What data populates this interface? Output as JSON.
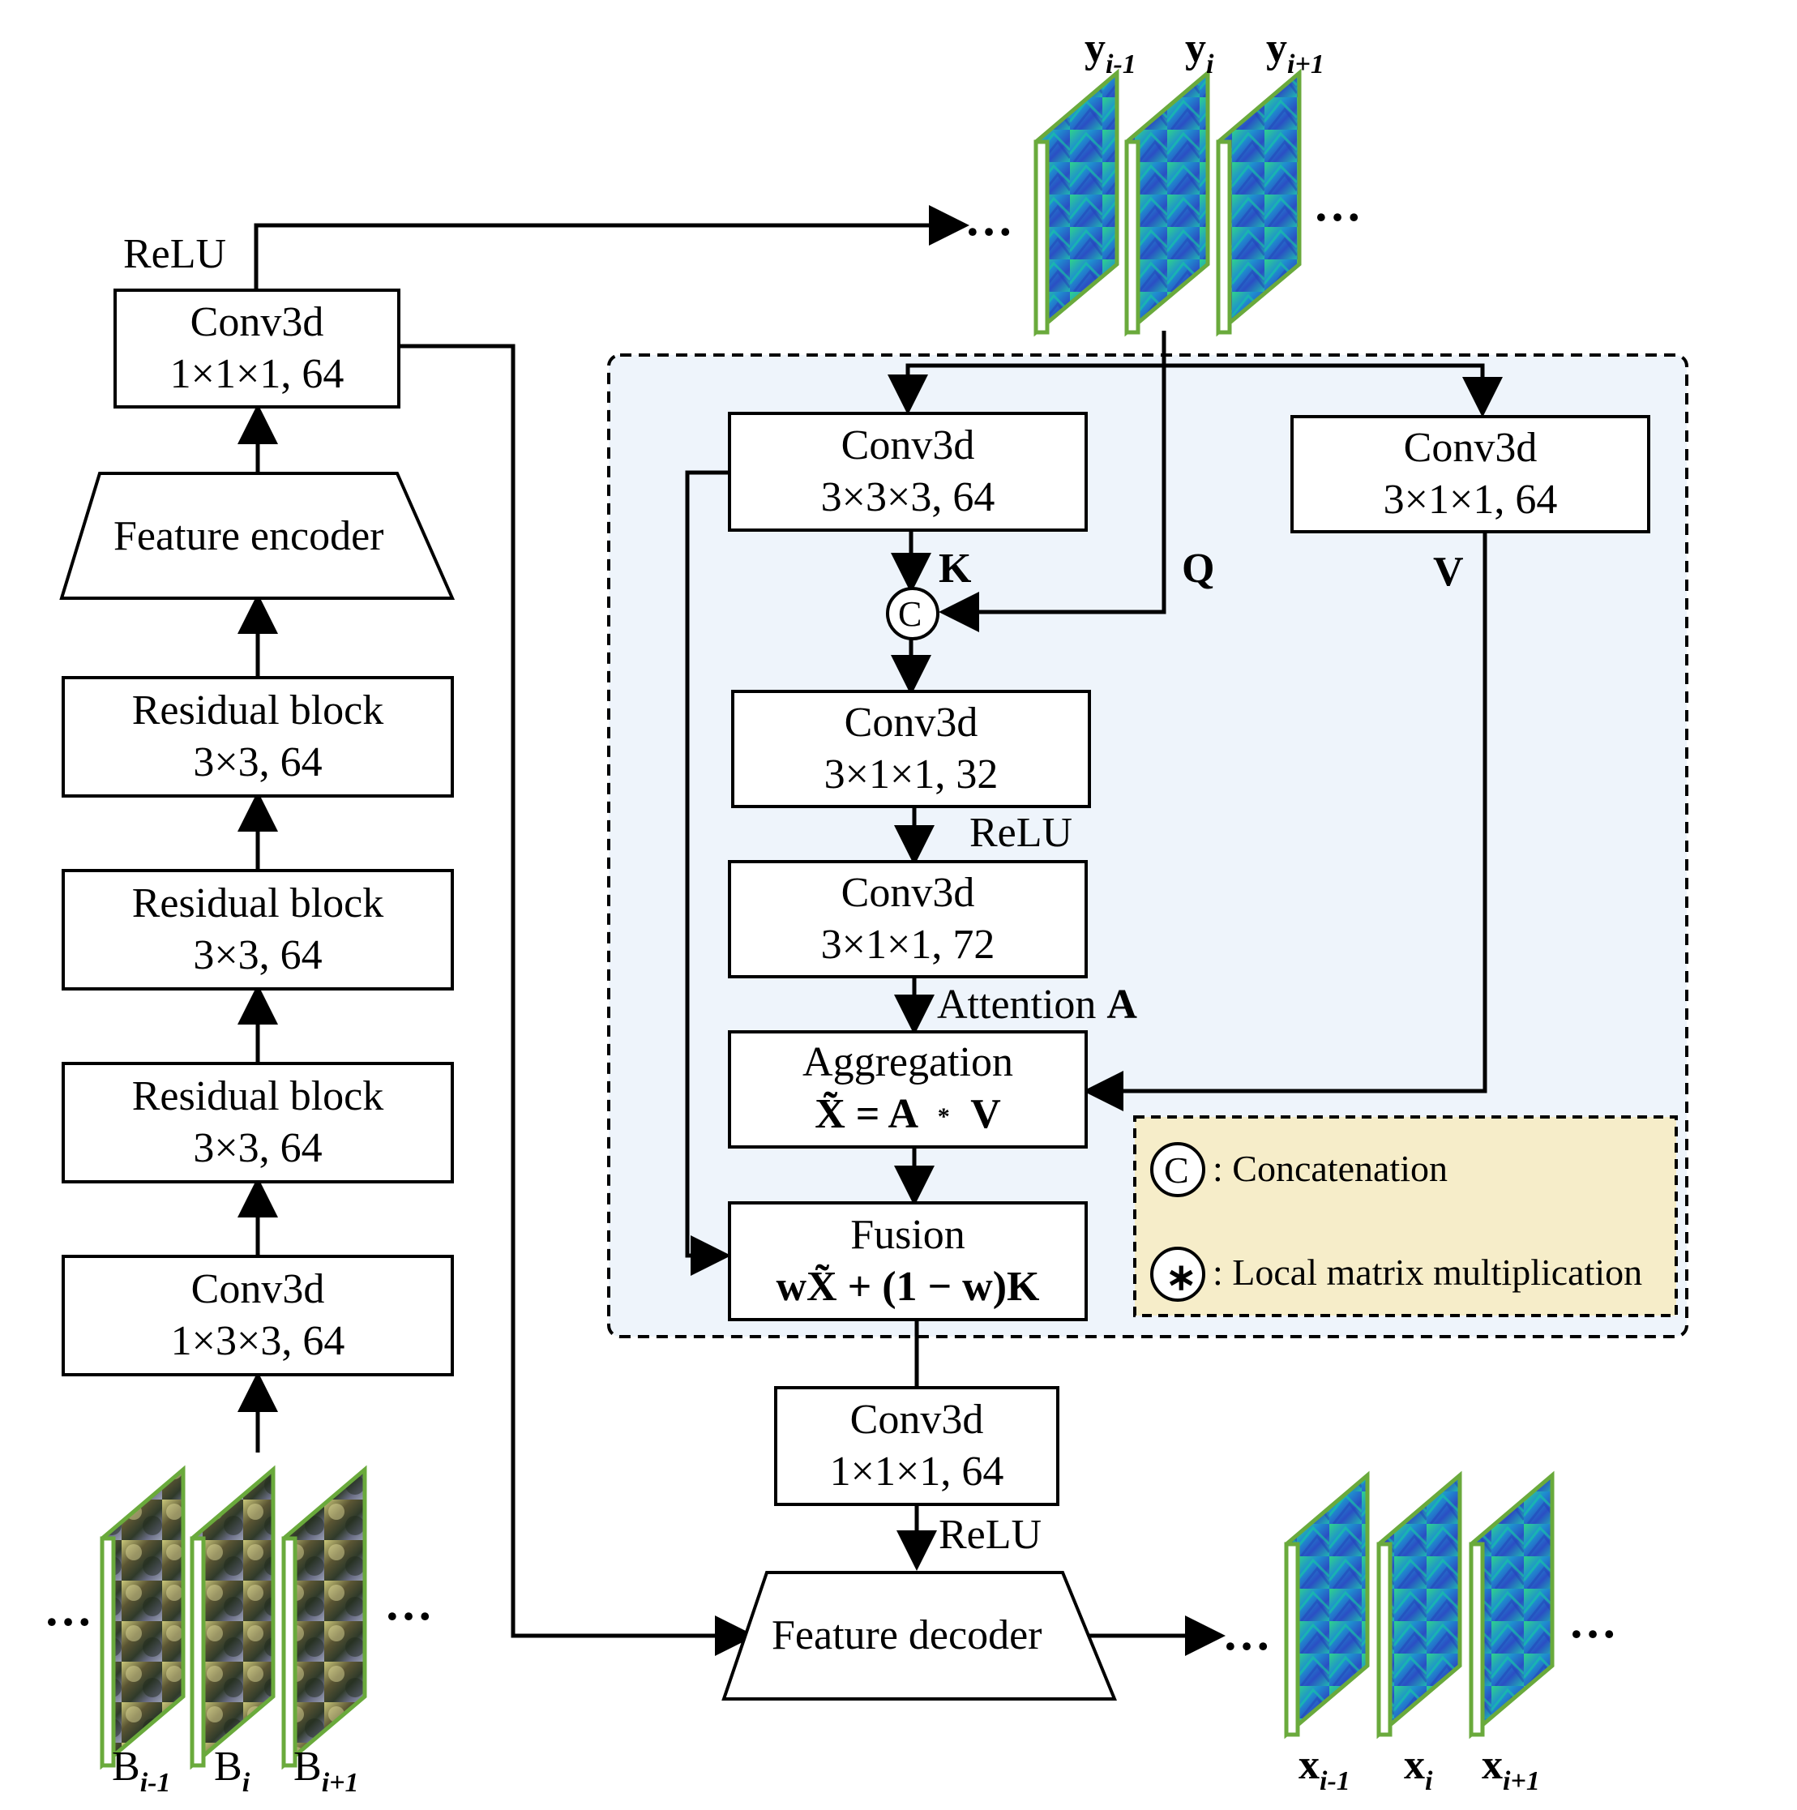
{
  "encoder": {
    "conv_in": {
      "title": "Conv3d",
      "spec": "1×3×3, 64"
    },
    "res1": {
      "title": "Residual block",
      "spec": "3×3, 64"
    },
    "res2": {
      "title": "Residual block",
      "spec": "3×3, 64"
    },
    "res3": {
      "title": "Residual block",
      "spec": "3×3, 64"
    },
    "feature_encoder": "Feature encoder",
    "conv_out": {
      "title": "Conv3d",
      "spec": "1×1×1, 64"
    },
    "relu": "ReLU"
  },
  "attention": {
    "conv_k": {
      "title": "Conv3d",
      "spec": "3×3×3, 64"
    },
    "conv_v": {
      "title": "Conv3d",
      "spec": "3×1×1, 64"
    },
    "k_label": "K",
    "q_label": "Q",
    "v_label": "V",
    "concat_symbol": "C",
    "conv_32": {
      "title": "Conv3d",
      "spec": "3×1×1, 32"
    },
    "relu": "ReLU",
    "conv_72": {
      "title": "Conv3d",
      "spec": "3×1×1, 72"
    },
    "attention_label": "Attention ",
    "attention_symbol": "A",
    "aggregation": {
      "title": "Aggregation",
      "formula_lhs": "X̃ = A",
      "formula_op": "*",
      "formula_rhs": "V"
    },
    "fusion": {
      "title": "Fusion",
      "formula": "wX̃ + (1 − w)K"
    }
  },
  "decoder": {
    "conv": {
      "title": "Conv3d",
      "spec": "1×1×1, 64"
    },
    "relu": "ReLU",
    "feature_decoder": "Feature decoder"
  },
  "legend": {
    "concat_symbol": "C",
    "concat_text": ": Concatenation",
    "mult_symbol": "∗",
    "mult_text": ": Local matrix multiplication"
  },
  "inputs": {
    "labels": [
      {
        "base": "B",
        "sub": "i-1"
      },
      {
        "base": "B",
        "sub": "i"
      },
      {
        "base": "B",
        "sub": "i+1"
      }
    ]
  },
  "features_y": {
    "labels": [
      {
        "base": "y",
        "sub": "i-1"
      },
      {
        "base": "y",
        "sub": "i"
      },
      {
        "base": "y",
        "sub": "i+1"
      }
    ]
  },
  "outputs_x": {
    "labels": [
      {
        "base": "x",
        "sub": "i-1"
      },
      {
        "base": "x",
        "sub": "i"
      },
      {
        "base": "x",
        "sub": "i+1"
      }
    ]
  },
  "ellipsis": "…",
  "colors": {
    "attention_bg": "#eef4fb",
    "legend_bg": "#f6edc9",
    "frame_border": "#6aaa3c"
  }
}
